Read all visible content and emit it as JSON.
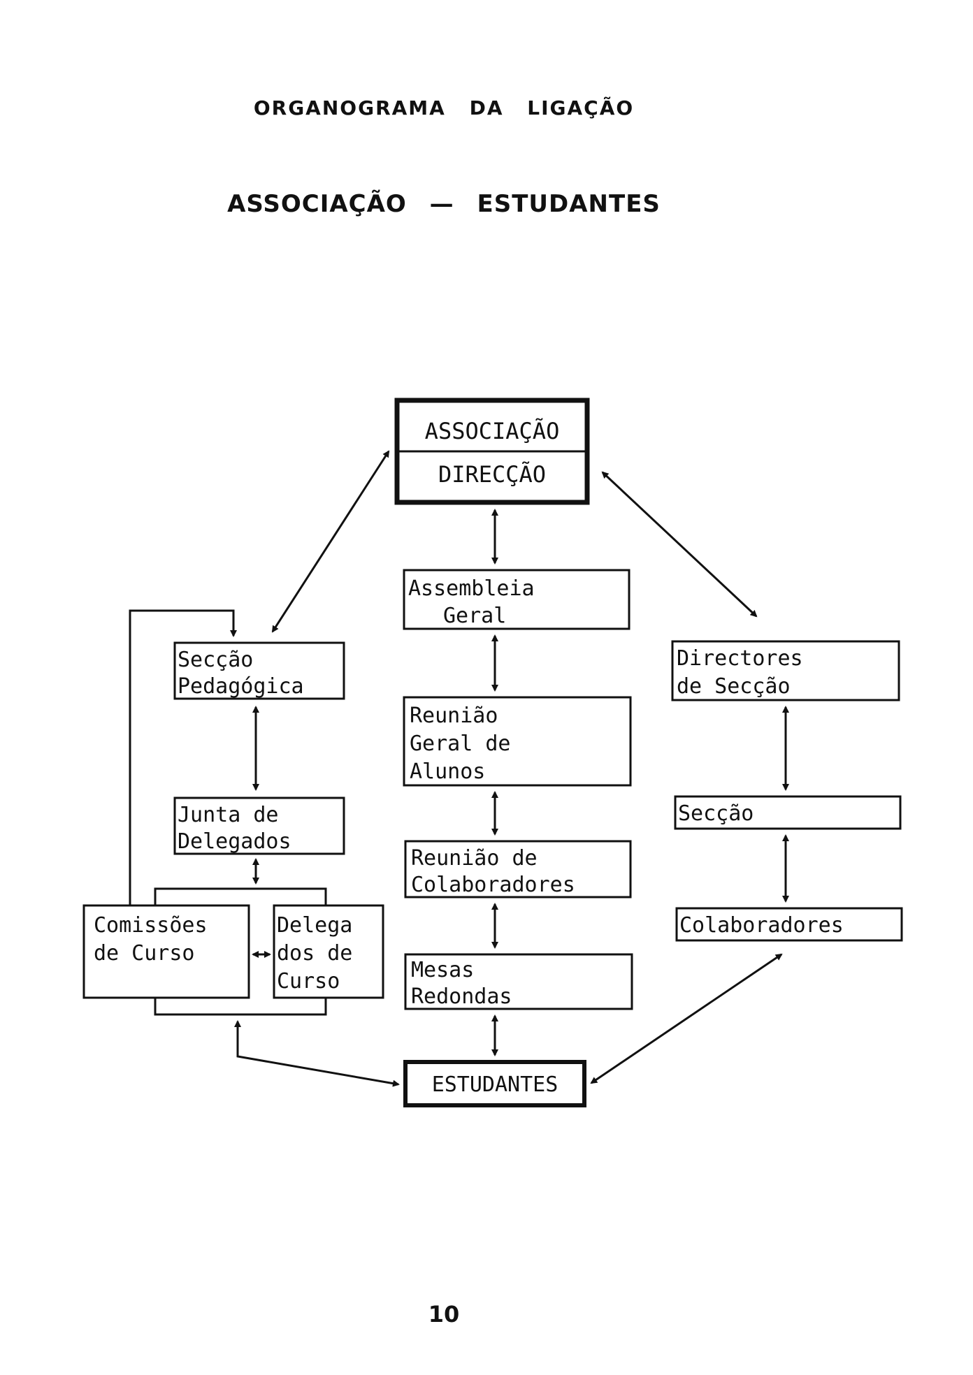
{
  "title": "ORGANOGRAMA DA LIGAÇÃO",
  "subtitle": "ASSOCIAÇÃO — ESTUDANTES",
  "page_number": "10",
  "nodes": {
    "associacao": "ASSOCIAÇÃO",
    "direccao": "DIRECÇÃO",
    "assembleia": [
      "Assembleia",
      "Geral"
    ],
    "reuniao_alunos": [
      "Reunião",
      "Geral de",
      "Alunos"
    ],
    "reuniao_colab": [
      "Reunião de",
      "Colaboradores"
    ],
    "mesas": [
      "Mesas",
      "Redondas"
    ],
    "estudantes": "ESTUDANTES",
    "seccao_ped": [
      "Secção",
      "Pedagógica"
    ],
    "junta": [
      "Junta de",
      "Delegados"
    ],
    "comissoes": [
      "Comissões",
      "de Curso"
    ],
    "delegados": [
      "Delega",
      "dos de",
      "Curso"
    ],
    "directores": [
      "Directores",
      "de Secção"
    ],
    "seccao": "Secção",
    "colaboradores": "Colaboradores"
  }
}
